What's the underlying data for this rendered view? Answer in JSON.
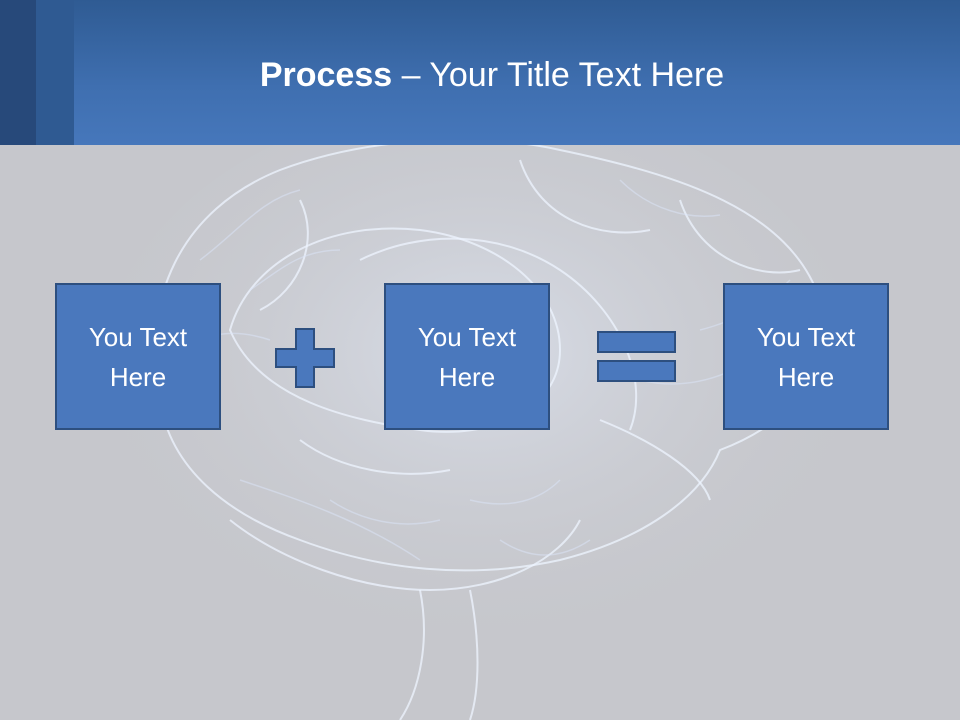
{
  "title": {
    "bold": "Process",
    "rest": " – Your Title Text Here"
  },
  "boxes": [
    {
      "label": "You Text Here"
    },
    {
      "label": "You Text Here"
    },
    {
      "label": "You Text Here"
    }
  ],
  "operators": {
    "first": "plus-icon",
    "second": "equals-icon"
  },
  "colors": {
    "header": "#3f6fb0",
    "box_fill": "#4a78bd",
    "box_border": "#2d4f7f",
    "background": "#c6c7cc"
  }
}
